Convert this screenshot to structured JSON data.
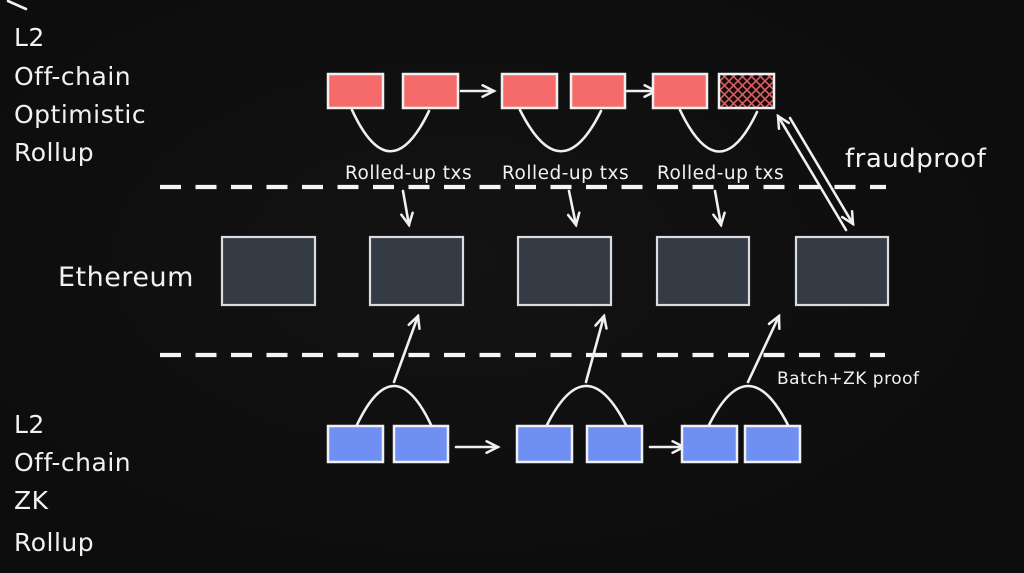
{
  "colors": {
    "background": "#0d0d0d",
    "optimistic_block": "#f56a6a",
    "zk_block": "#6f8ff2",
    "ethereum_block": "#343b44",
    "hatch_lines": "#d95f63",
    "hatch_background": "#150a0b",
    "line": "#f0f0f0"
  },
  "labels": {
    "optimistic_title": [
      "L2",
      "Off-chain",
      "Optimistic",
      "Rollup"
    ],
    "zk_title": [
      "L2",
      "Off-chain",
      "ZK",
      "Rollup"
    ],
    "ethereum": "Ethereum",
    "fraudproof": "fraudproof",
    "batch_zk_proof": "Batch+ZK proof",
    "rolled_up_txs_1": "Rolled-up txs",
    "rolled_up_txs_2": "Rolled-up txs",
    "rolled_up_txs_3": "Rolled-up txs"
  },
  "structure": {
    "optimistic_chain_blocks": 6,
    "optimistic_last_block": "crosshatched fraud block",
    "ethereum_chain_blocks": 5,
    "zk_chain_blocks": 6,
    "rolled_up_pairs": 3,
    "zk_batch_pairs": 3
  }
}
